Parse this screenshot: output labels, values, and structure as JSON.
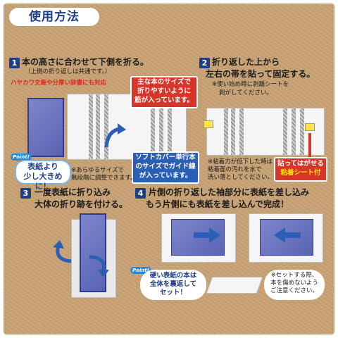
{
  "title": "使用方法",
  "steps": [
    {
      "num": "1",
      "line1": "本の高さに合わせて下側を折る。",
      "note1": "（上側の折り返しは共通です。）",
      "red_note": "ハヤカワ文庫や分厚い辞書にも対応"
    },
    {
      "num": "2",
      "line1": "折り返した上から",
      "line2": "左右の帯を貼って固定する。",
      "note1": "※使い始め時に剥離シートを",
      "note2": "剥がしてください。"
    },
    {
      "num": "3",
      "line1": "一度表紙に折り込み",
      "line2": "大体の折り跡を付ける。"
    },
    {
      "num": "4",
      "line1": "片側の折り返した袖部分に表紙を差し込み",
      "line2": "もう片側にも表紙を差し込んで完成！"
    }
  ],
  "callouts": {
    "red_main": [
      "主な本のサイズで",
      "折りやすいように",
      "筋が入っています。"
    ],
    "blue_guide": [
      "ソフトカバー単行本",
      "のサイズでガイド線",
      "が入っています。"
    ],
    "reapply": [
      "貼ってはがせる",
      "粘着シート付"
    ]
  },
  "notes": {
    "any_size": [
      "※あらゆるサイズで",
      "無段階に調整できます。"
    ],
    "adhesive": [
      "※粘着力が低下した時は",
      "粘着面の汚れを水で",
      "洗い落としてください。"
    ],
    "careful": [
      "※セットする際、",
      "本を傷めないよう",
      "ご注意ください。"
    ]
  },
  "points": {
    "tag": "Point!",
    "larger": [
      "表紙より",
      "少し大きめに！"
    ],
    "hard_cover": [
      "硬い表紙の本は",
      "全体を裏返して",
      "セット！"
    ]
  },
  "colors": {
    "panel": "#c9a273",
    "navy": "#1f3e86",
    "red": "#d8352a",
    "blue": "#2b5fb6",
    "accent_yellow": "#ffe500"
  }
}
